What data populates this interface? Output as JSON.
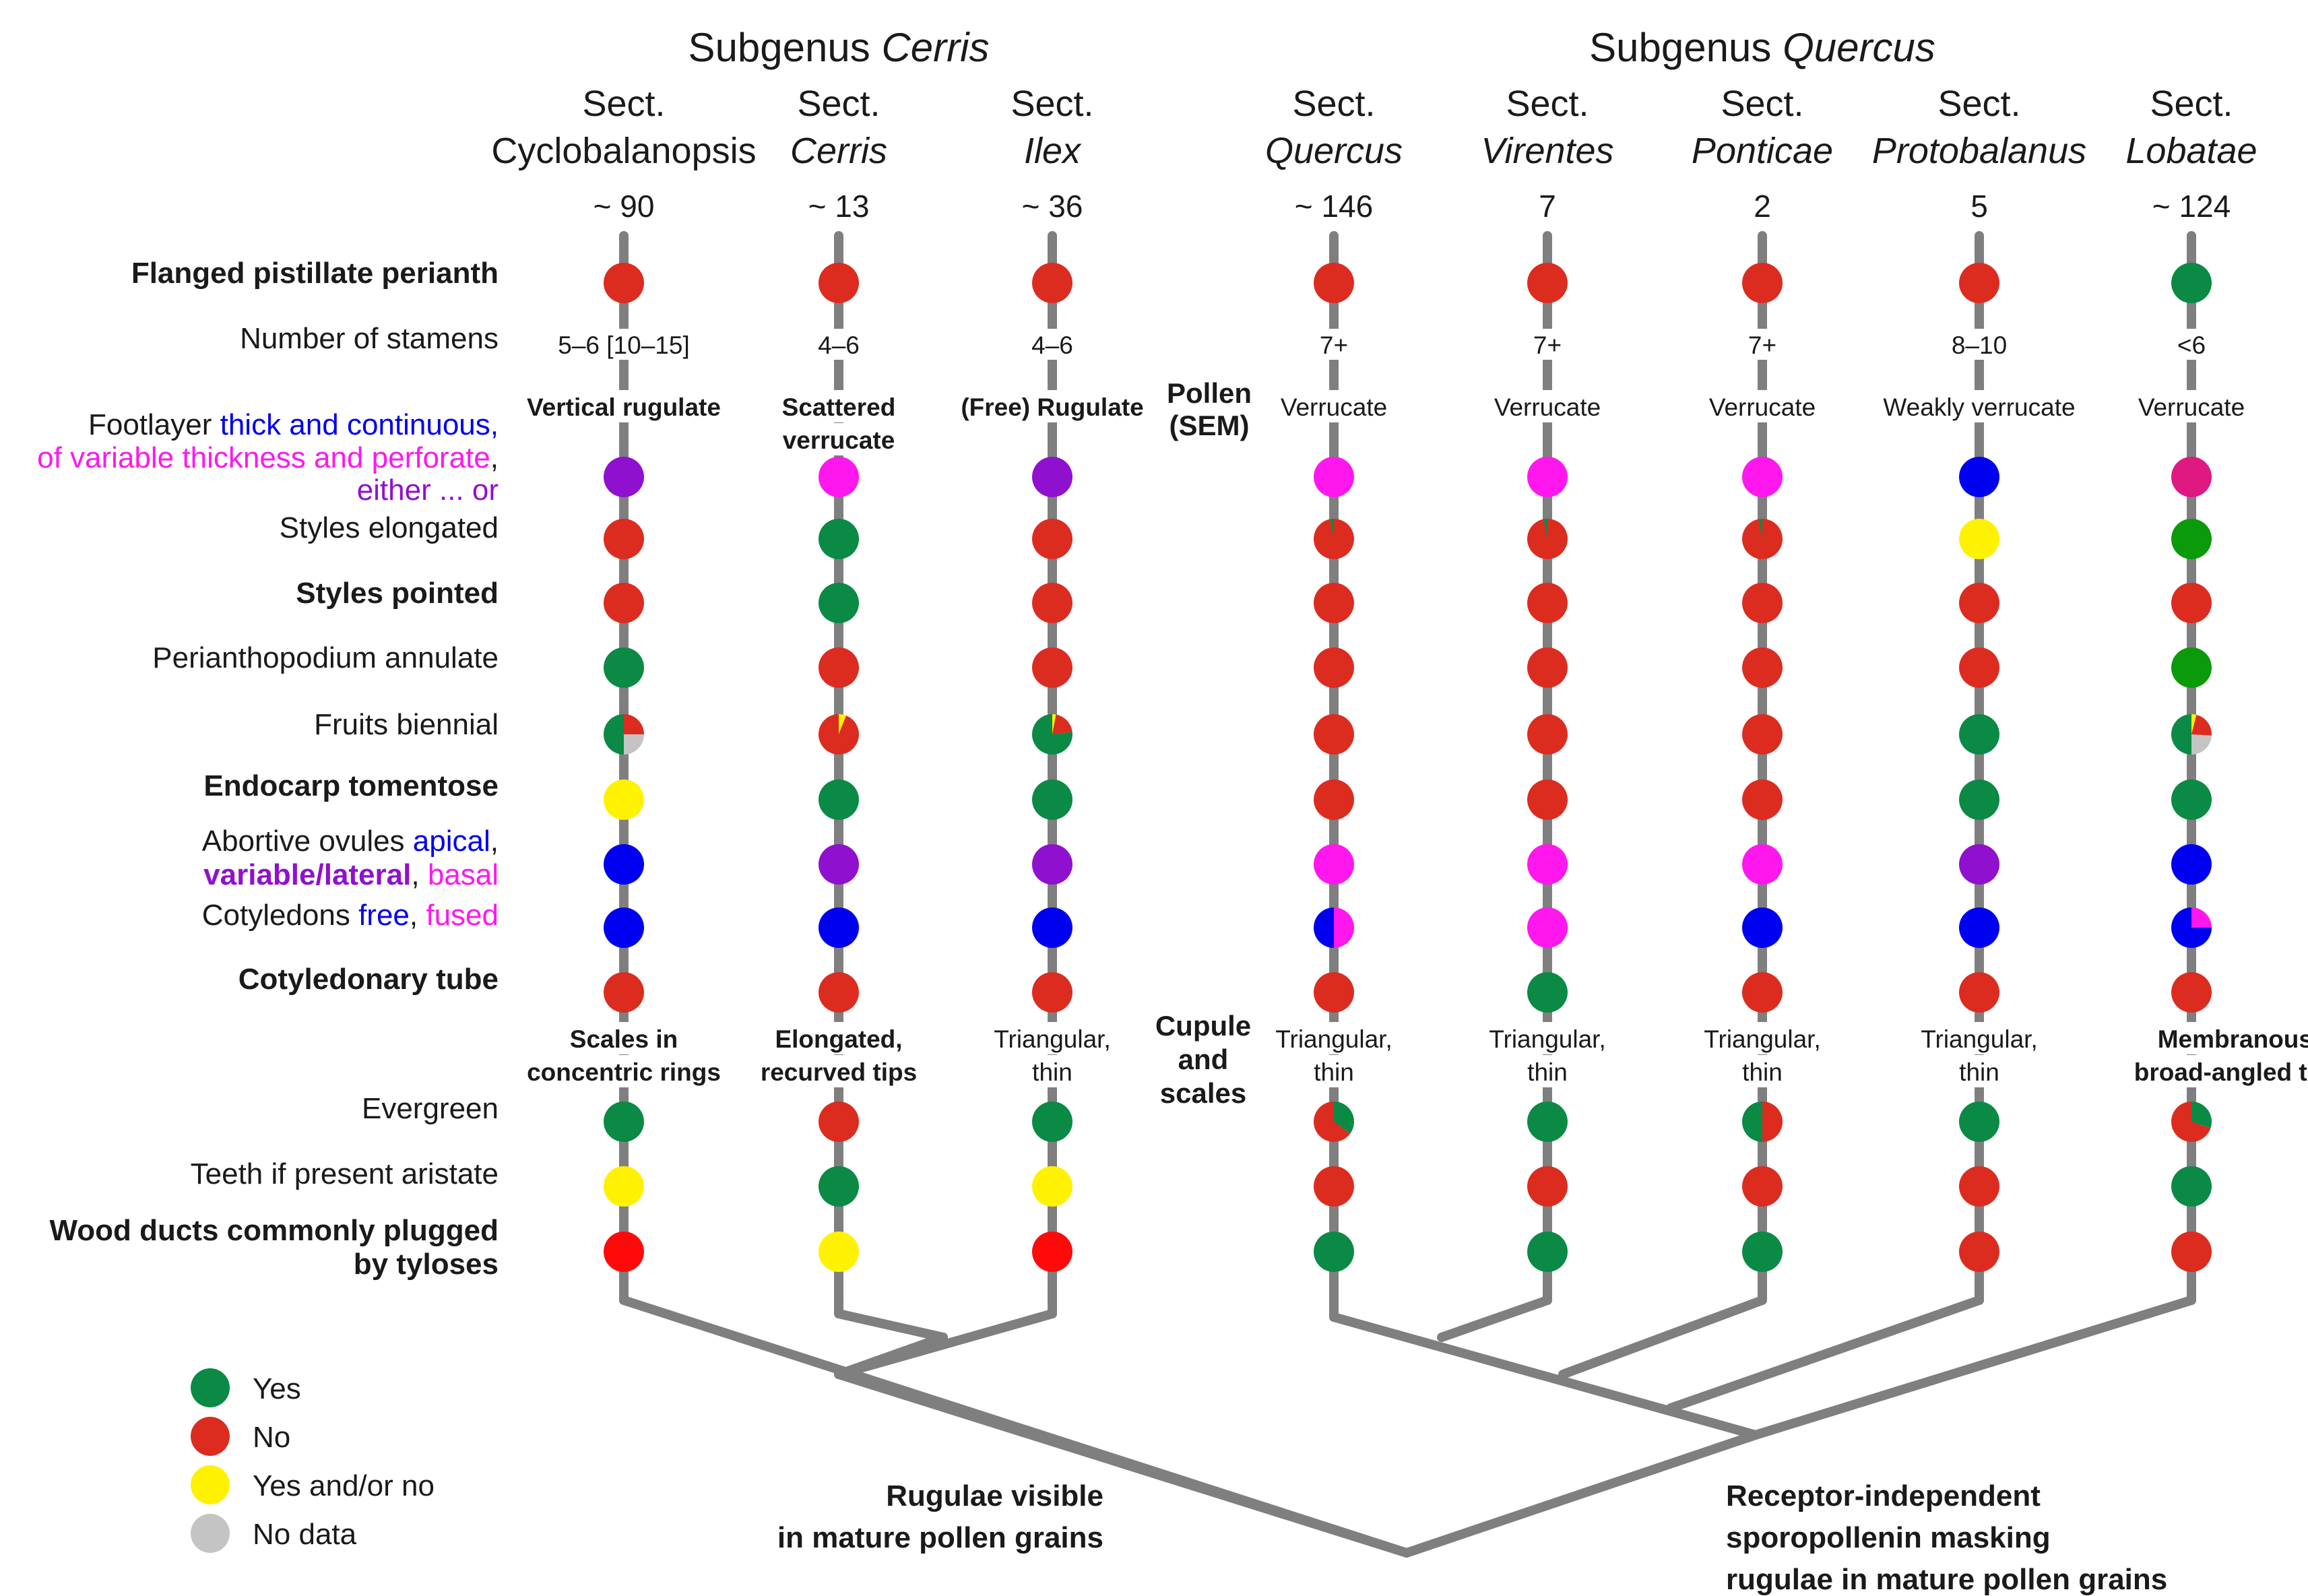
{
  "colors": {
    "yes": "#0a8a45",
    "no": "#dc2c20",
    "yesno": "#fff200",
    "nodata": "#c4c4c4",
    "blue": "#0000f0",
    "magenta": "#ff17ee",
    "purple": "#9010d0",
    "pinkred": "#e01882",
    "brightgreen": "#0a9a0a",
    "brightred": "#ff0a0a",
    "tree": "#7f7f7f"
  },
  "subgenera": [
    {
      "prefix": "Subgenus ",
      "name": "Cerris"
    },
    {
      "prefix": "Subgenus ",
      "name": "Quercus"
    }
  ],
  "sections": [
    {
      "prefix": "Sect.",
      "name": "Cyclobalanopsis",
      "italic": false,
      "count": "~ 90"
    },
    {
      "prefix": "Sect.",
      "name": "Cerris",
      "italic": true,
      "count": "~ 13"
    },
    {
      "prefix": "Sect.",
      "name": "Ilex",
      "italic": true,
      "count": "~ 36"
    },
    {
      "prefix": "Sect.",
      "name": "Quercus",
      "italic": true,
      "count": "~ 146"
    },
    {
      "prefix": "Sect.",
      "name": "Virentes",
      "italic": true,
      "count": "7"
    },
    {
      "prefix": "Sect.",
      "name": "Ponticae",
      "italic": true,
      "count": "2"
    },
    {
      "prefix": "Sect.",
      "name": "Protobalanus",
      "italic": true,
      "count": "5"
    },
    {
      "prefix": "Sect.",
      "name": "Lobatae",
      "italic": true,
      "count": "~ 124"
    }
  ],
  "rows": [
    {
      "label_parts": [
        {
          "text": "Flanged pistillate perianth"
        }
      ],
      "bold": true
    },
    {
      "label_parts": [
        {
          "text": "Number of stamens"
        }
      ],
      "bold": false
    },
    {
      "label_parts": [
        {
          "text": "Footlayer "
        },
        {
          "text": "thick and continuous,",
          "color": "#0000f0"
        }
      ],
      "bold": false
    },
    {
      "label_parts": [
        {
          "text": "of variable thickness and perforate",
          "color": "#ff17ee"
        },
        {
          "text": ","
        }
      ],
      "bold": false
    },
    {
      "label_parts": [
        {
          "text": "either ... or",
          "color": "#9010d0"
        }
      ],
      "bold": false
    },
    {
      "label_parts": [
        {
          "text": "Styles elongated"
        }
      ],
      "bold": false
    },
    {
      "label_parts": [
        {
          "text": "Styles pointed"
        }
      ],
      "bold": true
    },
    {
      "label_parts": [
        {
          "text": "Perianthopodium annulate"
        }
      ],
      "bold": false
    },
    {
      "label_parts": [
        {
          "text": "Fruits biennial"
        }
      ],
      "bold": false
    },
    {
      "label_parts": [
        {
          "text": "Endocarp tomentose"
        }
      ],
      "bold": true
    },
    {
      "label_parts": [
        {
          "text": "Abortive ovules "
        },
        {
          "text": "apical",
          "color": "#0000f0"
        },
        {
          "text": ","
        }
      ],
      "bold": false
    },
    {
      "label_parts": [
        {
          "text": "variable/lateral",
          "color": "#9010d0",
          "bold": true
        },
        {
          "text": ", "
        },
        {
          "text": "basal",
          "color": "#ff17ee"
        }
      ],
      "bold": false
    },
    {
      "label_parts": [
        {
          "text": "Cotyledons "
        },
        {
          "text": "free",
          "color": "#0000f0"
        },
        {
          "text": ", "
        },
        {
          "text": "fused",
          "color": "#ff17ee"
        }
      ],
      "bold": false
    },
    {
      "label_parts": [
        {
          "text": "Cotyledonary tube"
        }
      ],
      "bold": true
    },
    {
      "label_parts": [
        {
          "text": "Evergreen"
        }
      ],
      "bold": false
    },
    {
      "label_parts": [
        {
          "text": "Teeth if present aristate"
        }
      ],
      "bold": false
    },
    {
      "label_parts": [
        {
          "text": "Wood ducts commonly plugged"
        }
      ],
      "bold": true
    },
    {
      "label_parts": [
        {
          "text": "by tyloses"
        }
      ],
      "bold": true
    }
  ],
  "stamens": [
    "5–6 [10–15]",
    "4–6",
    "4–6",
    "7+",
    "7+",
    "7+",
    "8–10",
    "<6"
  ],
  "pollen": {
    "label": [
      "Pollen",
      "(SEM)"
    ],
    "values": [
      [
        {
          "text": "Vertical rugulate",
          "bold": true
        }
      ],
      [
        {
          "text": "Scattered",
          "bold": true
        },
        {
          "text": "verrucate",
          "bold": true
        }
      ],
      [
        {
          "text": "(Free) Rugulate",
          "bold": true
        }
      ],
      [
        {
          "text": "Verrucate",
          "bold": false
        }
      ],
      [
        {
          "text": "Verrucate",
          "bold": false
        }
      ],
      [
        {
          "text": "Verrucate",
          "bold": false
        }
      ],
      [
        {
          "text": "Weakly verrucate",
          "bold": false
        }
      ],
      [
        {
          "text": "Verrucate",
          "bold": false
        }
      ]
    ]
  },
  "cupule": {
    "label": [
      "Cupule",
      "and",
      "scales"
    ],
    "values": [
      [
        {
          "text": "Scales in",
          "bold": true
        },
        {
          "text": "concentric rings",
          "bold": true
        }
      ],
      [
        {
          "text": "Elongated,",
          "bold": true
        },
        {
          "text": "recurved tips",
          "bold": true
        }
      ],
      [
        {
          "text": "Triangular,",
          "bold": false
        },
        {
          "text": "thin",
          "bold": false
        }
      ],
      [
        {
          "text": "Triangular,",
          "bold": false
        },
        {
          "text": "thin",
          "bold": false
        }
      ],
      [
        {
          "text": "Triangular,",
          "bold": false
        },
        {
          "text": "thin",
          "bold": false
        }
      ],
      [
        {
          "text": "Triangular,",
          "bold": false
        },
        {
          "text": "thin",
          "bold": false
        }
      ],
      [
        {
          "text": "Triangular,",
          "bold": false
        },
        {
          "text": "thin",
          "bold": false
        }
      ],
      [
        {
          "text": "Membranous,",
          "bold": true
        },
        {
          "text": "broad-angled tips",
          "bold": true
        }
      ]
    ]
  },
  "traits": [
    {
      "name": "flanged-pistillate-perianth",
      "states": [
        [
          "no"
        ],
        [
          "no"
        ],
        [
          "no"
        ],
        [
          "no"
        ],
        [
          "no"
        ],
        [
          "no"
        ],
        [
          "no"
        ],
        [
          "yes"
        ]
      ]
    },
    {
      "name": "footlayer",
      "states": [
        [
          "purple"
        ],
        [
          "magenta"
        ],
        [
          "purple"
        ],
        [
          "magenta"
        ],
        [
          "magenta"
        ],
        [
          "magenta"
        ],
        [
          "blue"
        ],
        [
          "pinkred"
        ]
      ]
    },
    {
      "name": "styles-elongated",
      "states": [
        [
          "no"
        ],
        [
          "yes"
        ],
        [
          "no"
        ],
        [
          "no",
          0.97,
          "yes",
          0.03
        ],
        [
          "no",
          0.97,
          "yes",
          0.03
        ],
        [
          "no",
          0.97,
          "yes",
          0.03
        ],
        [
          "yesno"
        ],
        [
          "brightgreen"
        ]
      ]
    },
    {
      "name": "styles-pointed",
      "states": [
        [
          "no"
        ],
        [
          "yes"
        ],
        [
          "no"
        ],
        [
          "no"
        ],
        [
          "no"
        ],
        [
          "no"
        ],
        [
          "no"
        ],
        [
          "no"
        ]
      ]
    },
    {
      "name": "perianthopodium-annulate",
      "states": [
        [
          "yes"
        ],
        [
          "no"
        ],
        [
          "no"
        ],
        [
          "no"
        ],
        [
          "no"
        ],
        [
          "no"
        ],
        [
          "no"
        ],
        [
          "brightgreen"
        ]
      ]
    },
    {
      "name": "fruits-biennial",
      "states": [
        [
          "no",
          0.25,
          "nodata",
          0.25,
          "yes",
          0.5
        ],
        [
          "yesno",
          0.06,
          "no",
          0.94
        ],
        [
          "yesno",
          0.03,
          "no",
          0.2,
          "yes",
          0.77
        ],
        [
          "no"
        ],
        [
          "no"
        ],
        [
          "no"
        ],
        [
          "yes"
        ],
        [
          "yesno",
          0.04,
          "no",
          0.22,
          "nodata",
          0.24,
          "yes",
          0.5
        ]
      ]
    },
    {
      "name": "endocarp-tomentose",
      "states": [
        [
          "yesno"
        ],
        [
          "yes"
        ],
        [
          "yes"
        ],
        [
          "no"
        ],
        [
          "no"
        ],
        [
          "no"
        ],
        [
          "yes"
        ],
        [
          "yes"
        ]
      ]
    },
    {
      "name": "abortive-ovules",
      "states": [
        [
          "blue"
        ],
        [
          "purple"
        ],
        [
          "purple"
        ],
        [
          "magenta"
        ],
        [
          "magenta"
        ],
        [
          "magenta"
        ],
        [
          "purple"
        ],
        [
          "blue"
        ]
      ]
    },
    {
      "name": "cotyledons",
      "states": [
        [
          "blue"
        ],
        [
          "blue"
        ],
        [
          "blue"
        ],
        [
          "magenta",
          0.5,
          "blue",
          0.5
        ],
        [
          "magenta"
        ],
        [
          "blue"
        ],
        [
          "blue"
        ],
        [
          "magenta",
          0.25,
          "blue",
          0.75
        ]
      ]
    },
    {
      "name": "cotyledonary-tube",
      "states": [
        [
          "no"
        ],
        [
          "no"
        ],
        [
          "no"
        ],
        [
          "no"
        ],
        [
          "yes"
        ],
        [
          "no"
        ],
        [
          "no"
        ],
        [
          "no"
        ]
      ]
    },
    {
      "name": "evergreen",
      "states": [
        [
          "yes"
        ],
        [
          "no"
        ],
        [
          "yes"
        ],
        [
          "yes",
          0.35,
          "no",
          0.65
        ],
        [
          "yes"
        ],
        [
          "no",
          0.5,
          "yes",
          0.5
        ],
        [
          "yes"
        ],
        [
          "yes",
          0.3,
          "no",
          0.7
        ]
      ]
    },
    {
      "name": "teeth-aristate",
      "states": [
        [
          "yesno"
        ],
        [
          "yes"
        ],
        [
          "yesno"
        ],
        [
          "no"
        ],
        [
          "no"
        ],
        [
          "no"
        ],
        [
          "no"
        ],
        [
          "yes"
        ]
      ]
    },
    {
      "name": "wood-ducts-tyloses",
      "states": [
        [
          "brightred"
        ],
        [
          "yesno"
        ],
        [
          "brightred"
        ],
        [
          "yes"
        ],
        [
          "yes"
        ],
        [
          "yes"
        ],
        [
          "no"
        ],
        [
          "no"
        ]
      ]
    }
  ],
  "legend": [
    {
      "label": "Yes",
      "color": "yes"
    },
    {
      "label": "No",
      "color": "no"
    },
    {
      "label": "Yes and/or no",
      "color": "yesno"
    },
    {
      "label": "No data",
      "color": "nodata"
    }
  ],
  "node_labels": {
    "left": [
      "Rugulae visible",
      "in mature pollen grains"
    ],
    "right": [
      "Receptor-independent",
      "sporopollenin masking",
      "rugulae in mature pollen grains"
    ]
  }
}
